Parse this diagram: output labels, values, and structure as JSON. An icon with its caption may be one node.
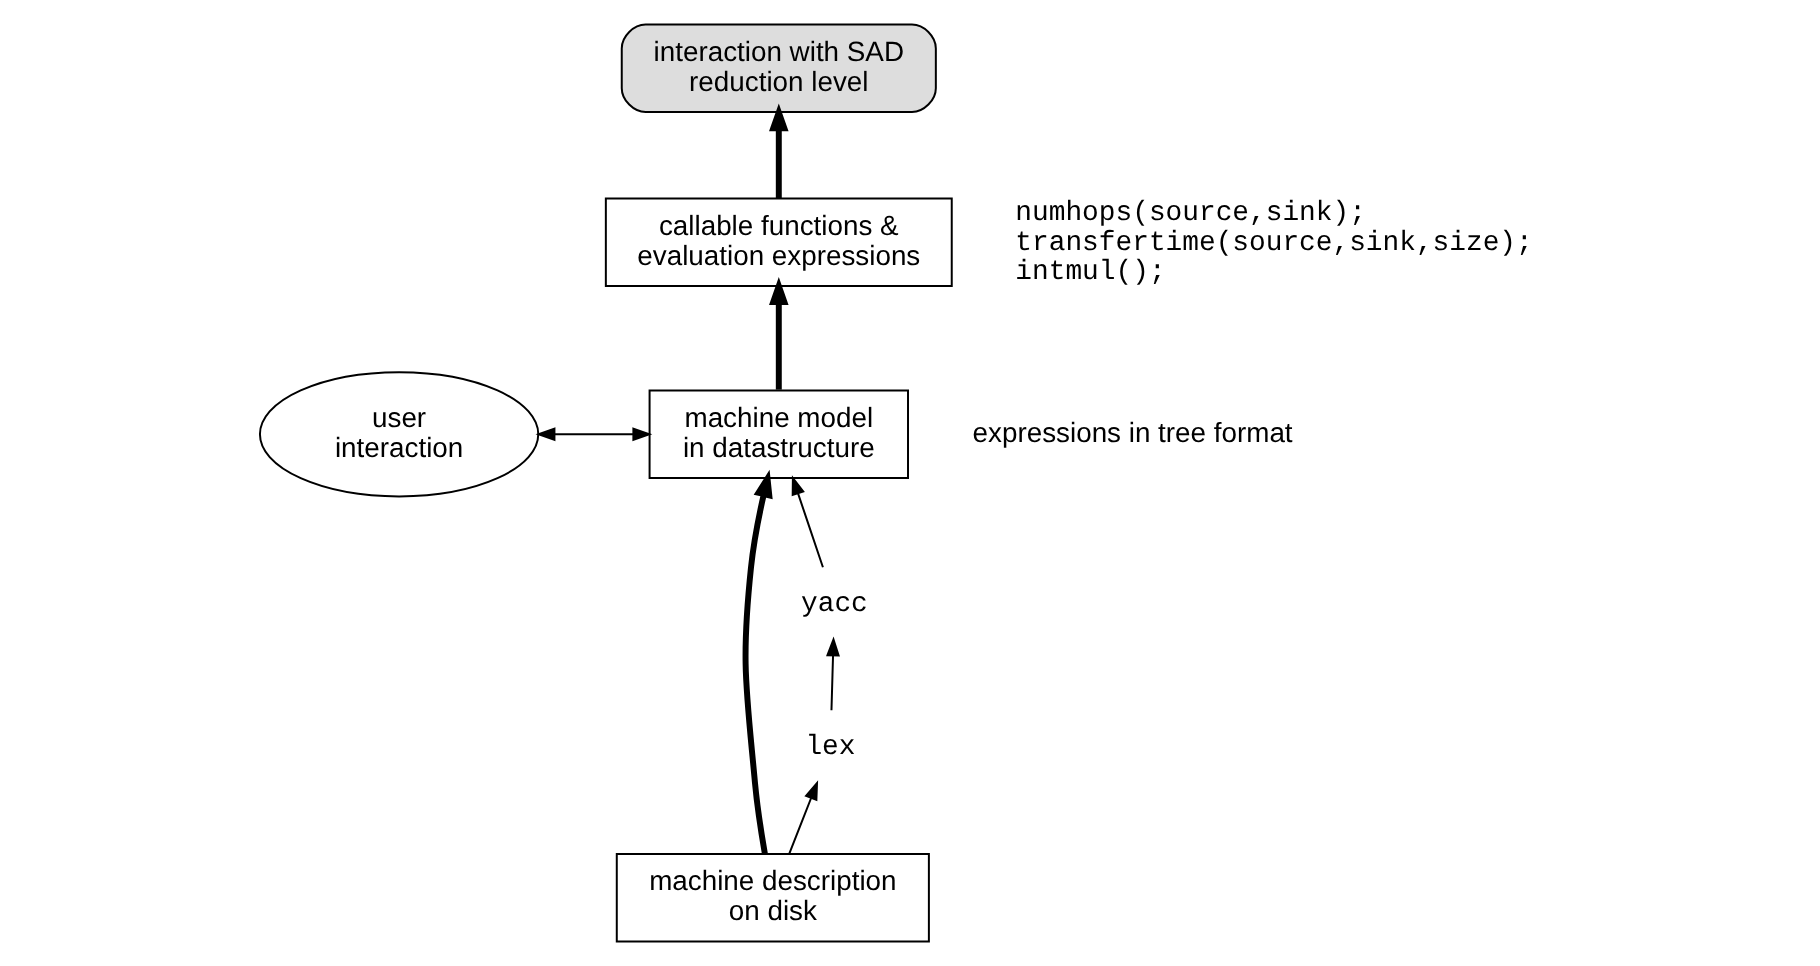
{
  "diagram": {
    "nodes": [
      {
        "text": [
          "interaction with SAD reduction level"
        ]
      },
      {
        "text": [
          "callable functions & evaluation expressions"
        ],
        "beside": [
          "numhops(source,sink);",
          "transfertime(source,sink,size);",
          "intmul();"
        ]
      },
      {
        "text": [
          "user interaction"
        ]
      },
      {
        "text": [
          "machine model in datastructure"
        ],
        "beside": [
          "expressions in tree format"
        ]
      },
      {
        "text": [
          "yacc"
        ]
      },
      {
        "text": [
          "lex"
        ]
      },
      {
        "text": [
          "machine description on disk"
        ]
      }
    ],
    "edges": [
      {
        "from": 1,
        "to": 0,
        "arrow": "to",
        "style": "thick"
      },
      {
        "from": 3,
        "to": 1,
        "arrow": "to",
        "style": "thick"
      },
      {
        "from": 2,
        "to": 3,
        "arrow": "both"
      },
      {
        "from": 4,
        "to": 3,
        "arrow": "to"
      },
      {
        "from": 5,
        "to": 4,
        "arrow": "to"
      },
      {
        "from": 6,
        "to": 5,
        "arrow": "to"
      },
      {
        "from": 6,
        "to": 3,
        "arrow": "to",
        "style": "thick"
      }
    ]
  }
}
